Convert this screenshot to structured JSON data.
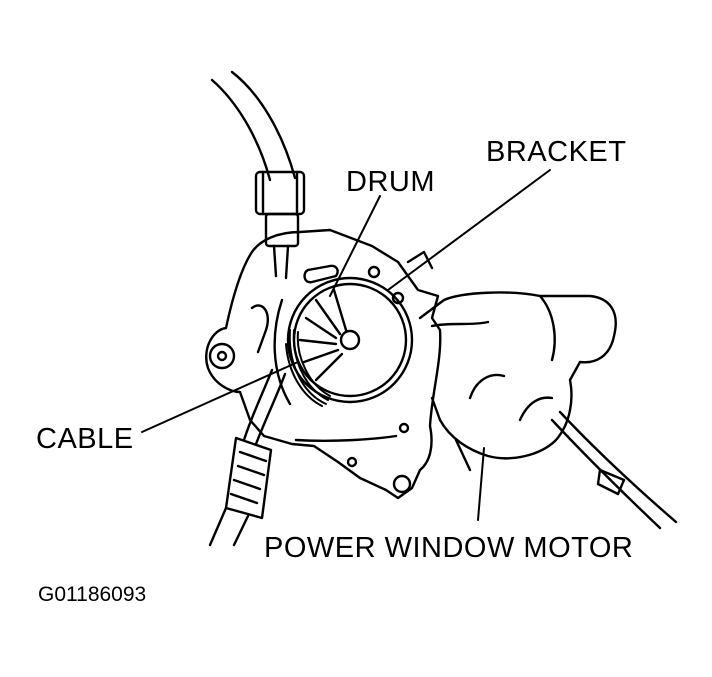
{
  "labels": {
    "bracket": "BRACKET",
    "drum": "DRUM",
    "cable": "CABLE",
    "power_window_motor": "POWER WINDOW MOTOR"
  },
  "figure_id": "G01186093",
  "colors": {
    "line": "#000000",
    "background": "#ffffff",
    "shading": "#000000"
  }
}
